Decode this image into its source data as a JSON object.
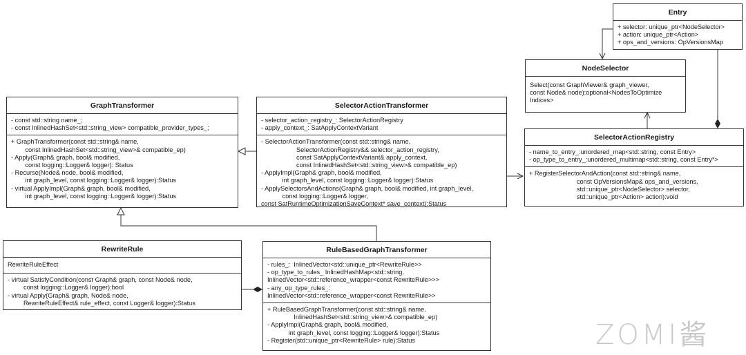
{
  "watermark": "ZOMI酱",
  "classes": {
    "entry": {
      "name": "Entry",
      "attributes": [
        "+ selector: unique_ptr<NodeSelector>",
        "+ action: unique_ptr<Action>",
        "+ ops_and_versions: OpVersionsMap"
      ]
    },
    "node_selector": {
      "name": "NodeSelector",
      "methods": [
        "Select(const GraphViewer& graph_viewer,",
        "const Node& node):optional<NodesToOptimize",
        "Indices>"
      ]
    },
    "selector_action_registry": {
      "name": "SelectorActionRegistry",
      "attributes": [
        "- name_to_entry_:unordered_map<std::string, const Entry>",
        "- op_type_to_entry_:unordered_multimap<std::string, const Entry*>"
      ],
      "methods": [
        "+ RegisterSelectorAndAction(const std::string& name,",
        "                           const OpVersionsMap& ops_and_versions,",
        "                           std::unique_ptr<NodeSelector> selector,",
        "                           std::unique_ptr<Action> action):void"
      ]
    },
    "graph_transformer": {
      "name": "GraphTransformer",
      "attributes": [
        "- const std::string name_;",
        "- const InlinedHashSet<std::string_view> compatible_provider_types_;"
      ],
      "methods": [
        "+ GraphTransformer(const std::string& name,",
        "        const InlinedHashSet<std::string_view>& compatible_ep)",
        "- Apply(Graph& graph, bool& modified,",
        "        const logging::Logger& logger): Status",
        "- Recurse(Node& node, bool& modified,",
        "        int graph_level, const logging::Logger& logger):Status",
        "- virtual ApplyImpl(Graph& graph, bool& modified,",
        "        int graph_level, const logging::Logger& logger):Status"
      ]
    },
    "selector_action_transformer": {
      "name": "SelectorActionTransformer",
      "attributes": [
        "- selector_action_registry_: SelectorActionRegistry",
        "- apply_context_: SatApplyContextVariant"
      ],
      "methods": [
        "- SelectorActionTransformer(const std::string& name,",
        "                    SelectorActionRegistry&& selector_action_registry,",
        "                    const SatApplyContextVariant& apply_context,",
        "                    const InlinedHashSet<std::string_view>& compatible_ep)",
        "- ApplyImpl(Graph& graph, bool& modified,",
        "            int graph_level, const logging::Logger& logger):Status",
        "- ApplySelectorsAndActions(Graph& graph, bool& modified, int graph_level,",
        "            const logging::Logger& logger,",
        "const SatRuntimeOptimizationSaveContext* save_context):Status"
      ]
    },
    "rewrite_rule": {
      "name": "RewriteRule",
      "attributes": [
        "RewriteRuleEffect"
      ],
      "methods": [
        "- virtual SatisfyCondition(const Graph& graph, const Node& node,",
        "         const logging::Logger& logger):bool",
        "- virtual Apply(Graph& graph, Node& node,",
        "         RewriteRuleEffect& rule_effect, const Logger& logger):Status"
      ]
    },
    "rule_based_graph_transformer": {
      "name": "RuleBasedGraphTransformer",
      "attributes": [
        "- rules_:  InlinedVector<std::unique_ptr<RewriteRule>>",
        "- op_type_to_rules_ InlinedHashMap<std::string,",
        "InlinedVector<std::reference_wrapper<const RewriteRule>>>",
        "- any_op_type_rules_:",
        "InlinedVector<std::reference_wrapper<const RewriteRule>>"
      ],
      "methods": [
        "+ RuleBasedGraphTransformer(const std::string& name,",
        "               InlinedHashSet<std::string_view>& compatible_ep)",
        "- ApplyImpl(Graph& graph, bool& modified,",
        "            int graph_level, const logging::Logger& logger):Status",
        "- Register(std::unique_ptr<RewriteRule> rule):Status"
      ]
    }
  }
}
